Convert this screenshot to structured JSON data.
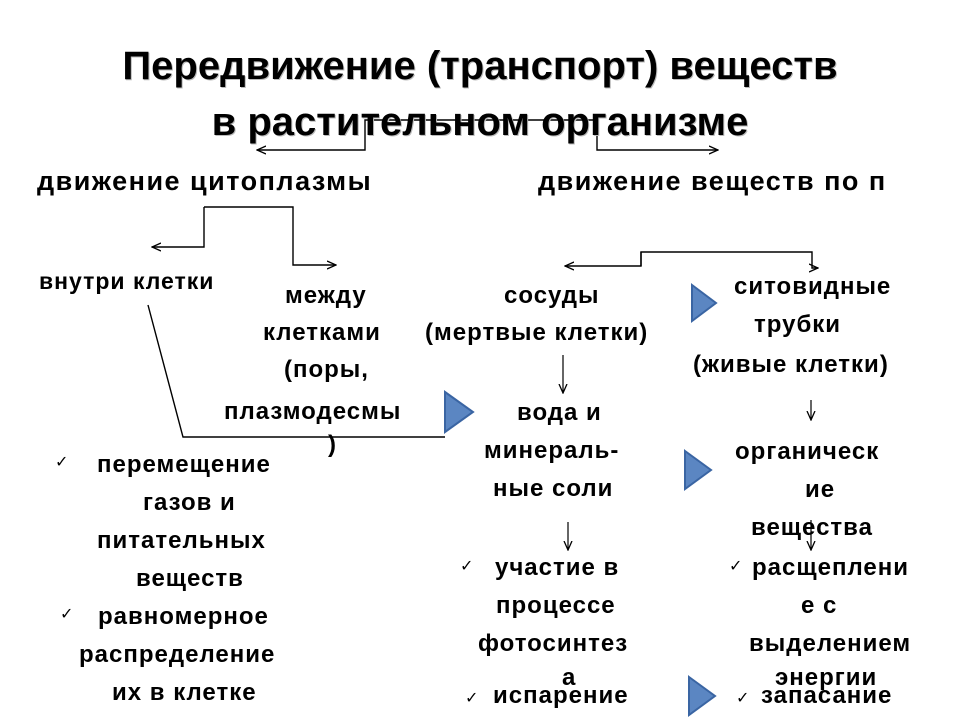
{
  "title": {
    "line1": "Передвижение (транспорт) веществ",
    "line2": "в растительном организме"
  },
  "branches": {
    "cytoplasm": "движение цитоплазмы",
    "vessels": "движение веществ по п"
  },
  "cytoplasm": {
    "inside": "внутри клетки",
    "between": [
      "между",
      "клетками",
      "(поры,",
      "плазмодесмы",
      ")"
    ],
    "functions": [
      [
        "перемещение",
        "газов и",
        "питательных",
        "веществ"
      ],
      [
        "равномерное",
        "распределение",
        "их в клетке"
      ]
    ]
  },
  "vessels": {
    "label": [
      "сосуды",
      "(мертвые клетки)"
    ],
    "content": [
      "вода и",
      "минераль-",
      "ные соли"
    ],
    "functions": [
      [
        "участие в",
        "процессе",
        "фотосинтез",
        "а"
      ],
      [
        "испарение"
      ]
    ]
  },
  "sieve": {
    "label": [
      "ситовидные",
      "трубки",
      "(живые клетки)"
    ],
    "content": [
      "органическ",
      "ие",
      "вещества"
    ],
    "functions": [
      [
        "расщеплени",
        "е с",
        "выделением",
        "энергии"
      ],
      [
        "запасание"
      ]
    ]
  },
  "tick_symbol": "✓",
  "colors": {
    "arrow_fill": "#5b86c2",
    "arrow_edge": "#3a65a3",
    "line": "#000000"
  }
}
